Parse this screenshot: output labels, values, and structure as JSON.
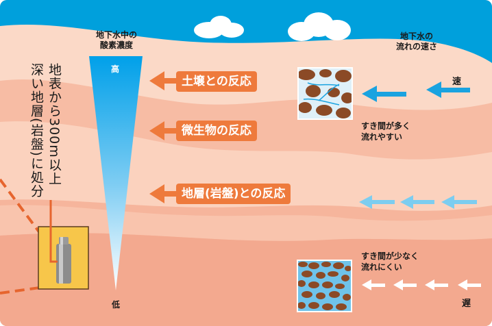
{
  "diagram": {
    "oxygen_header": [
      "地下水中の",
      "酸素濃度"
    ],
    "oxygen_high": "高",
    "oxygen_low": "低",
    "speed_header": [
      "地下水の",
      "流れの速さ"
    ],
    "speed_fast": "速",
    "speed_slow": "遅",
    "reactions": [
      "土壌との反応",
      "微生物の反応",
      "地層(岩盤)との反応"
    ],
    "disposal_text": [
      "地表から300m以上",
      "深い地層(岩盤)に処分"
    ],
    "many_gaps": [
      "すき間が多く",
      "流れやすい"
    ],
    "few_gaps": [
      "すき間が少なく",
      "流れにくい"
    ]
  },
  "colors": {
    "sky": "#00a0dc",
    "layer_light": "#fbd9c7",
    "layer_mid": "#f7bca4",
    "layer_deep": "#f3a98f",
    "reaction_box": "#ee7a3c",
    "wedge_top": "#00a0e9",
    "arrow_blue": "#1aa3e0",
    "arrow_light_blue": "#7ccdf0",
    "canister_box": "#f7c64a",
    "dashed_line": "#e6652e"
  },
  "icons": [
    "cloud-icon",
    "canister-icon",
    "soil-texture-icon",
    "rock-texture-icon",
    "arrow-left-icon"
  ]
}
